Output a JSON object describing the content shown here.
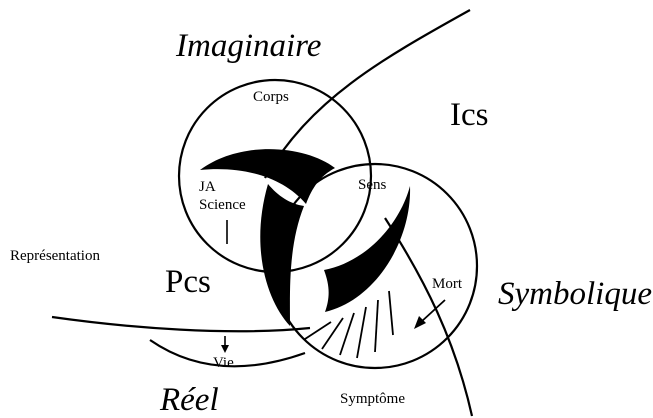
{
  "registers": {
    "imaginary": "Imaginaire",
    "symbolic": "Symbolique",
    "real": "Réel"
  },
  "fields": {
    "ics": "Ics",
    "pcs": "Pcs",
    "representation": "Représentation"
  },
  "circle_labels": {
    "body": "Corps",
    "meaning": "Sens",
    "ja": "JA",
    "science": "Science",
    "death": "Mort",
    "life": "Vie",
    "symptom": "Symptôme"
  },
  "colors": {
    "ink": "#000000",
    "background": "#ffffff"
  }
}
